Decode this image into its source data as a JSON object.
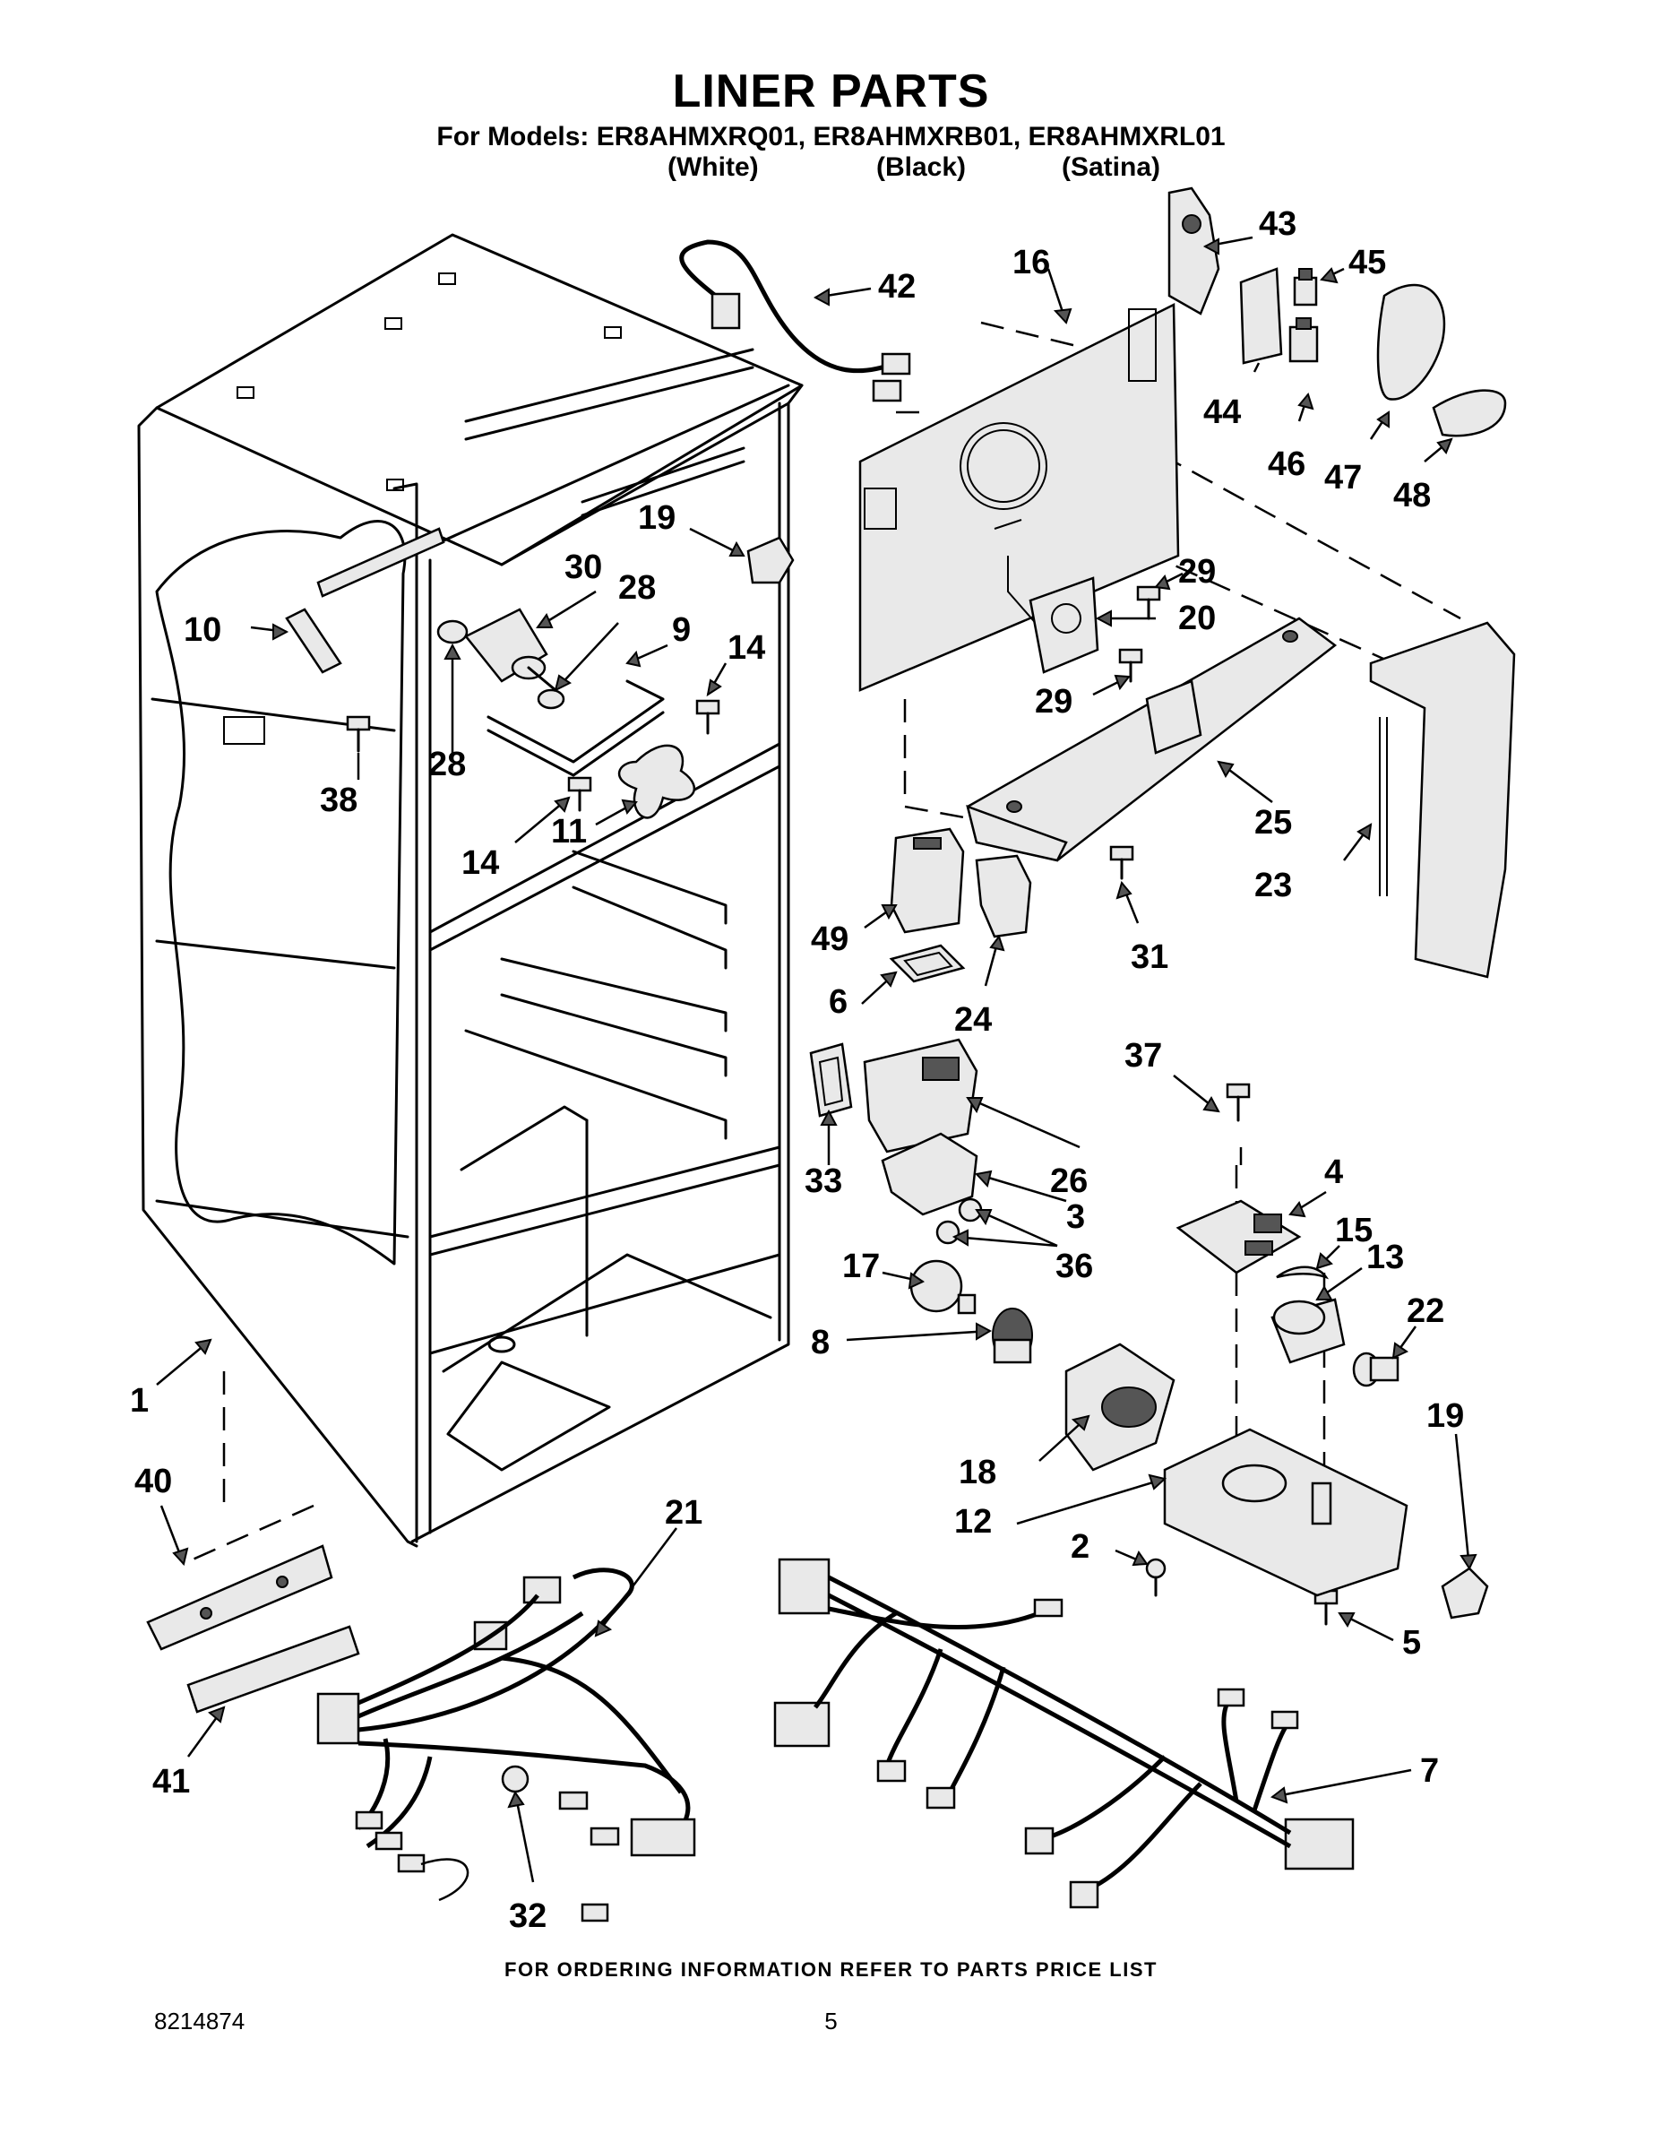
{
  "header": {
    "title": "LINER PARTS",
    "models_line": "For Models: ER8AHMXRQ01, ER8AHMXRB01, ER8AHMXRL01",
    "variants": [
      "(White)",
      "(Black)",
      "(Satina)"
    ]
  },
  "diagram": {
    "callouts": [
      "43",
      "42",
      "16",
      "45",
      "44",
      "46",
      "47",
      "48",
      "19",
      "30",
      "28",
      "10",
      "9",
      "14",
      "29",
      "20",
      "29",
      "38",
      "28",
      "25",
      "11",
      "14",
      "23",
      "49",
      "31",
      "6",
      "24",
      "37",
      "4",
      "33",
      "26",
      "3",
      "36",
      "15",
      "13",
      "17",
      "22",
      "8",
      "18",
      "12",
      "1",
      "40",
      "19",
      "21",
      "2",
      "5",
      "7",
      "41",
      "32"
    ]
  },
  "footer": {
    "ordering_note": "FOR ORDERING INFORMATION REFER TO PARTS PRICE LIST",
    "document_number": "8214874",
    "page_number": "5"
  }
}
